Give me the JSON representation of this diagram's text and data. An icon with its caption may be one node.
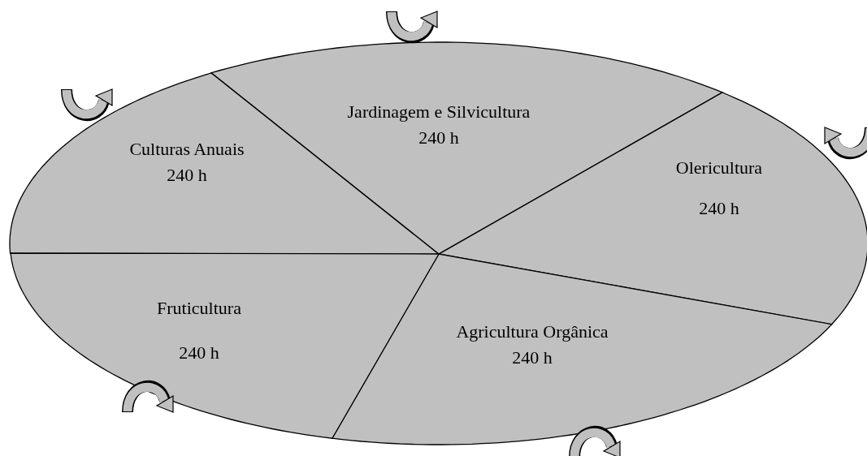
{
  "diagram": {
    "nodes": [
      {
        "text": [
          "Jardinagem e Silvicultura",
          "240 h"
        ]
      },
      {
        "text": [
          "Culturas Anuais",
          "240 h"
        ]
      },
      {
        "text": [
          "Olericultura",
          "240 h"
        ]
      },
      {
        "text": [
          "Fruticultura",
          "240 h"
        ]
      },
      {
        "text": [
          "Agricultura Orgânica",
          "240 h"
        ]
      }
    ]
  }
}
